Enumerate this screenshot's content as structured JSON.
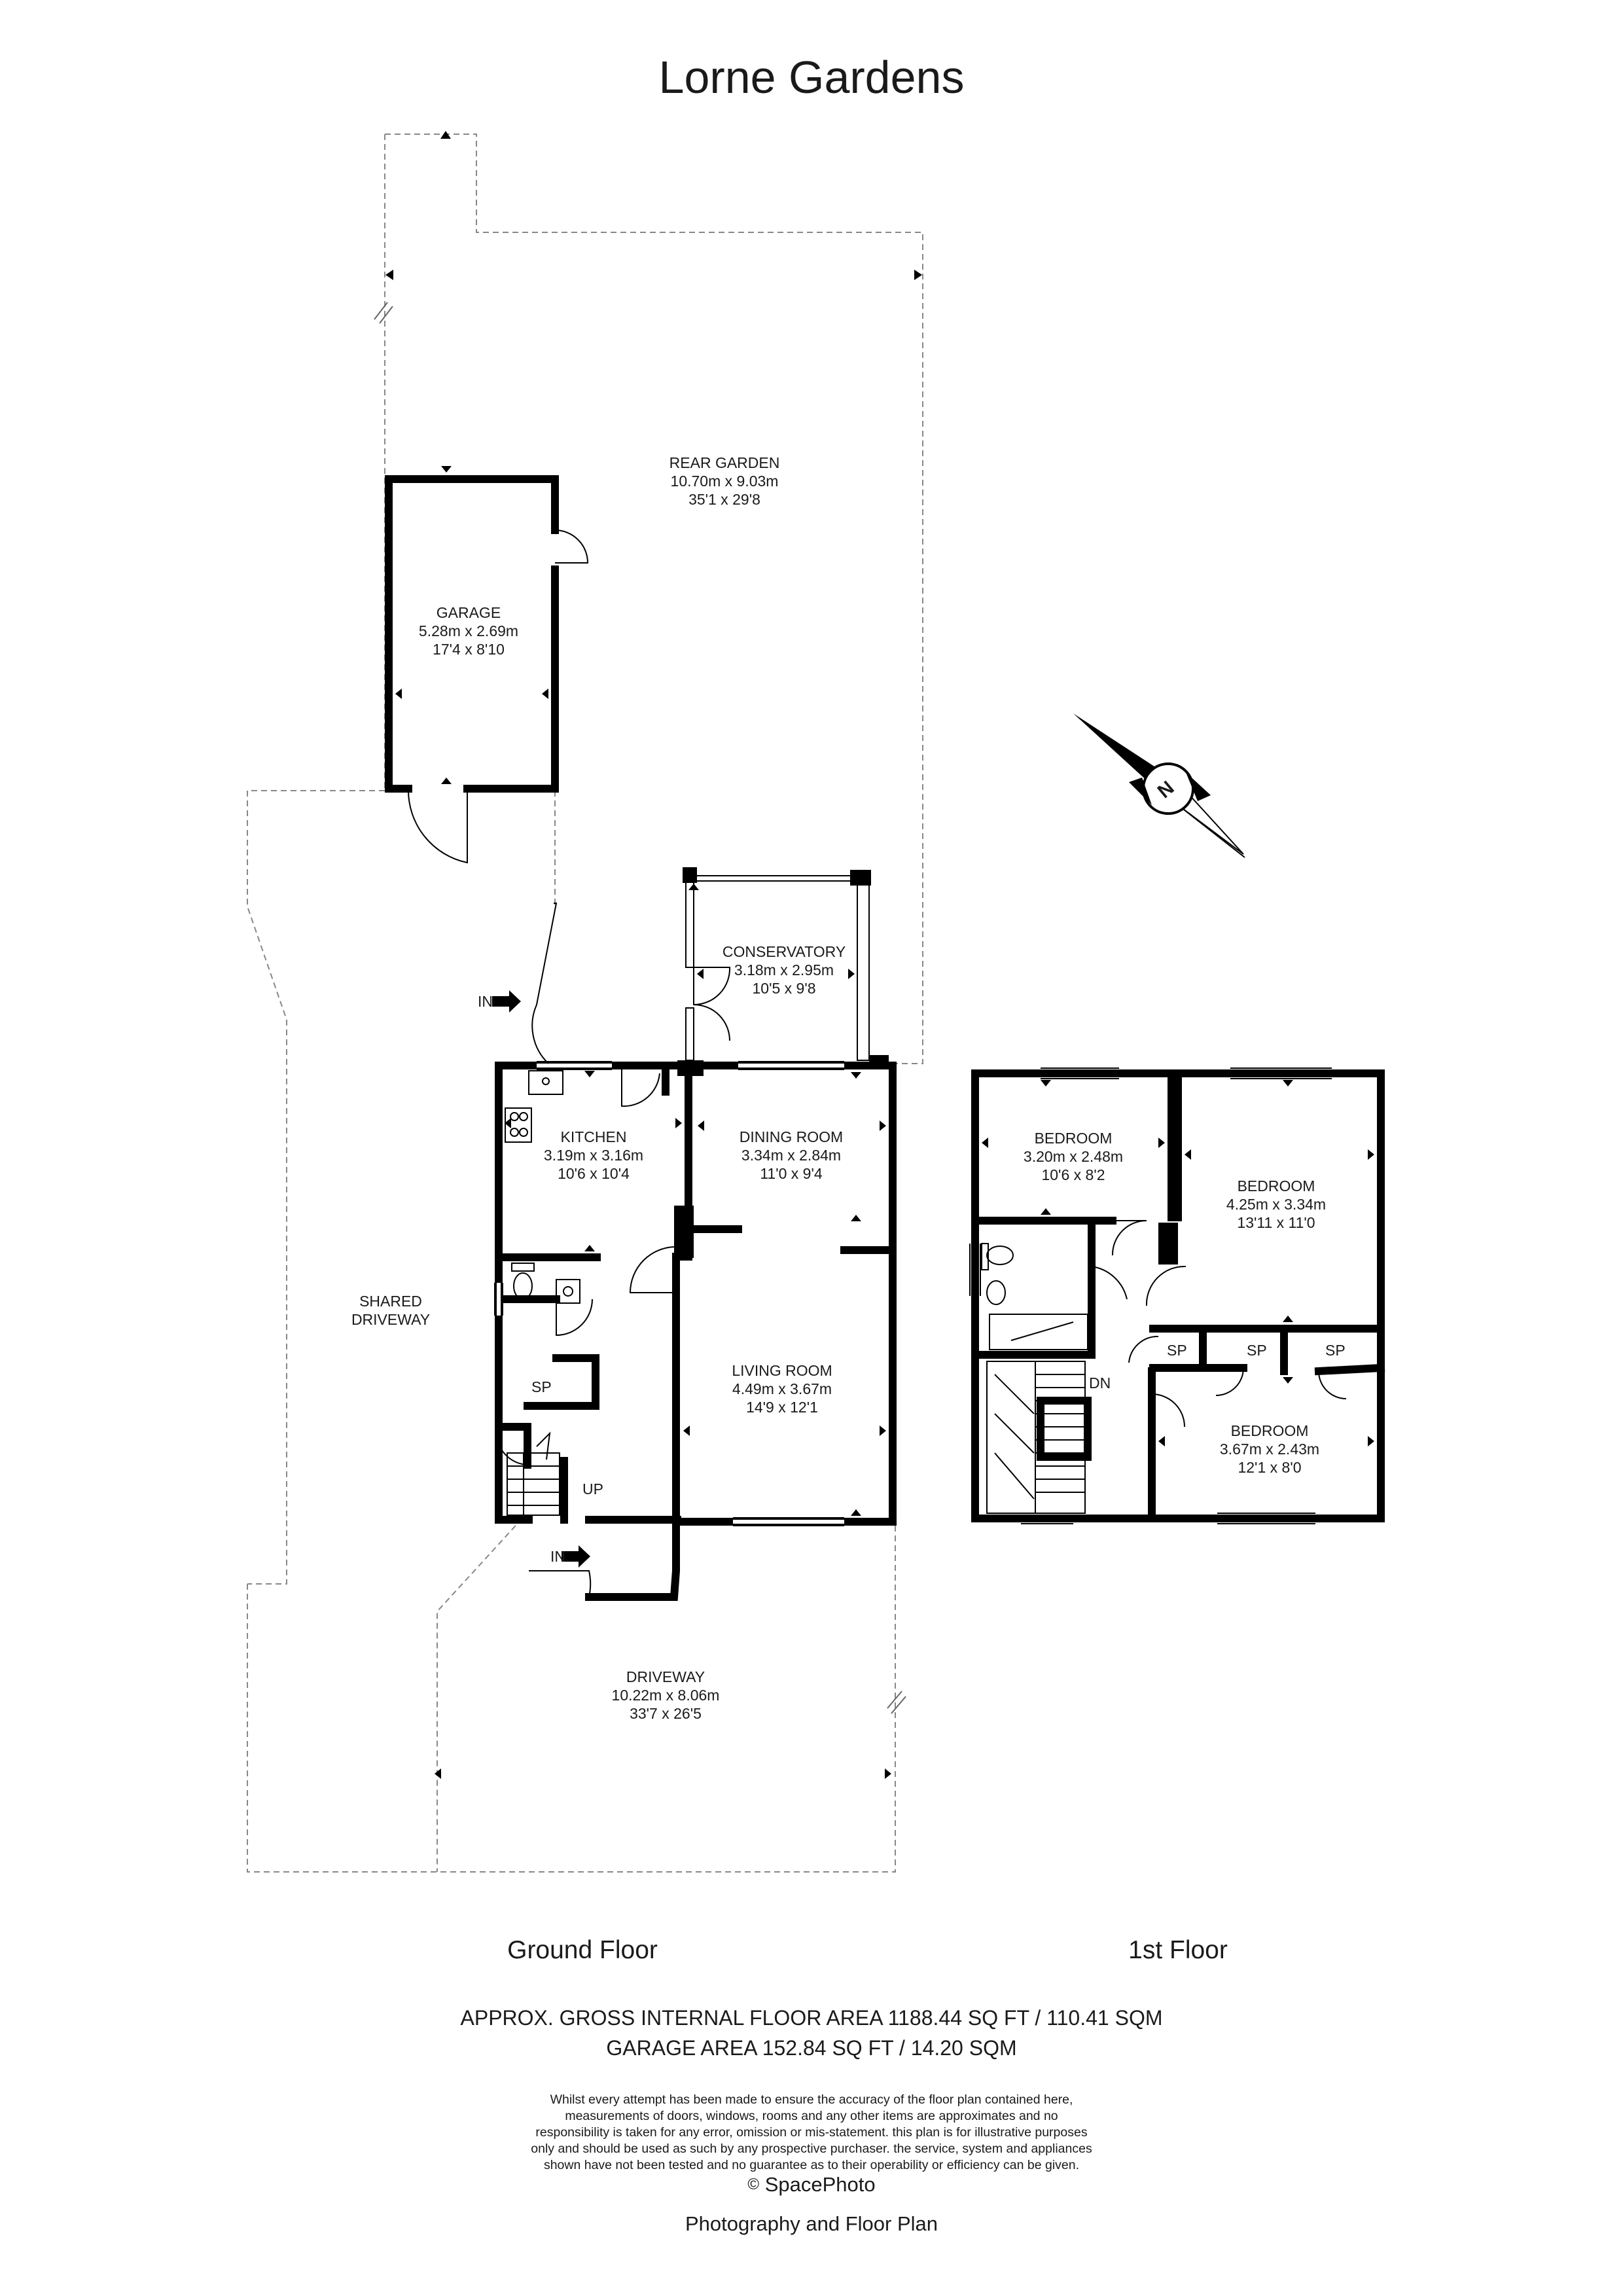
{
  "title": "Lorne Gardens",
  "rooms": {
    "rear_garden": {
      "name": "REAR GARDEN",
      "metric": "10.70m x 9.03m",
      "imperial": "35'1 x 29'8"
    },
    "garage": {
      "name": "GARAGE",
      "metric": "5.28m x 2.69m",
      "imperial": "17'4 x 8'10"
    },
    "conservatory": {
      "name": "CONSERVATORY",
      "metric": "3.18m x 2.95m",
      "imperial": "10'5 x 9'8"
    },
    "kitchen": {
      "name": "KITCHEN",
      "metric": "3.19m x 3.16m",
      "imperial": "10'6 x 10'4"
    },
    "dining_room": {
      "name": "DINING ROOM",
      "metric": "3.34m x 2.84m",
      "imperial": "11'0 x 9'4"
    },
    "living_room": {
      "name": "LIVING ROOM",
      "metric": "4.49m x 3.67m",
      "imperial": "14'9 x 12'1"
    },
    "shared_driveway": {
      "line1": "SHARED",
      "line2": "DRIVEWAY"
    },
    "driveway": {
      "name": "DRIVEWAY",
      "metric": "10.22m x 8.06m",
      "imperial": "33'7 x 26'5"
    },
    "bedroom_1": {
      "name": "BEDROOM",
      "metric": "3.20m x 2.48m",
      "imperial": "10'6 x 8'2"
    },
    "bedroom_2": {
      "name": "BEDROOM",
      "metric": "4.25m x 3.34m",
      "imperial": "13'11 x 11'0"
    },
    "bedroom_3": {
      "name": "BEDROOM",
      "metric": "3.67m x 2.43m",
      "imperial": "12'1 x 8'0"
    }
  },
  "marks": {
    "in": "IN",
    "up": "UP",
    "dn": "DN",
    "sp": "SP"
  },
  "compass_letter": "N",
  "floors": {
    "ground": "Ground Floor",
    "first": "1st Floor"
  },
  "area_lines": [
    "APPROX. GROSS INTERNAL FLOOR AREA 1188.44 SQ FT / 110.41 SQM",
    "GARAGE AREA 152.84 SQ FT / 14.20 SQM"
  ],
  "disclaimer": [
    "Whilst every attempt has been made to ensure the accuracy of the floor plan contained here,",
    "measurements of doors, windows, rooms and any other items are approximates and no",
    "responsibility is taken for any error, omission or mis-statement. this plan is for illustrative purposes",
    "only and should be used as such by any prospective purchaser. the service, system and appliances",
    "shown have not been tested and no guarantee as to their operability or efficiency can be given."
  ],
  "credit": {
    "symbol": "©",
    "brand": "SpacePhoto",
    "tagline": "Photography and Floor Plan"
  }
}
